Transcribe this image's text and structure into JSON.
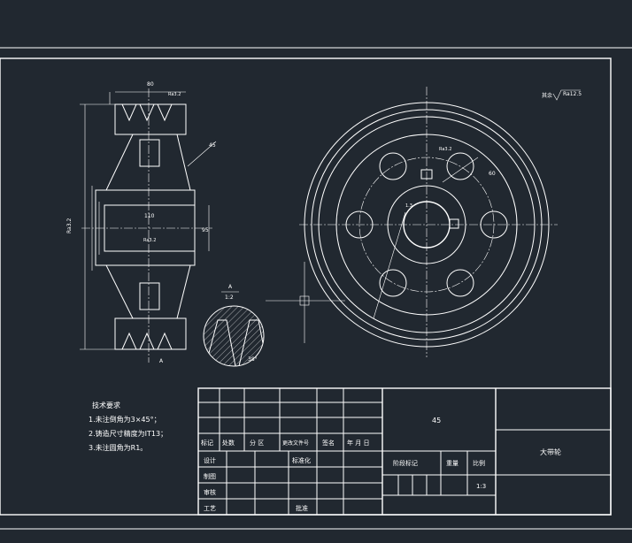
{
  "drawing": {
    "title": "大带轮",
    "material": "45",
    "scale_value": "1:3",
    "section_mark": "A",
    "detail_label": "A",
    "detail_scale": "1:2",
    "roughness_note_prefix": "其余",
    "roughness_note_value": "Ra12.5",
    "dims": {
      "top_width": "80",
      "hub_len": "110",
      "bore": "95",
      "keyway": "1.3",
      "angle": "45",
      "right_dia": "60",
      "detail_angle": "38°",
      "small_ra": "Ra3.2",
      "bottom_mark": "A",
      "lt_note": "Ra3.2"
    }
  },
  "technical_requirements": {
    "heading": "技术要求",
    "items": [
      "1.未注倒角为3×45°；",
      "2.铸造尺寸精度为IT13；",
      "3.未注圆角为R1。"
    ]
  },
  "title_block": {
    "headers": [
      "标记",
      "处数",
      "分 区",
      "更改文件号",
      "签名",
      "年 月 日"
    ],
    "rows": [
      "设计",
      "制图",
      "审核",
      "工艺"
    ],
    "standardize": "标准化",
    "approve": "批准",
    "stage_mark": "阶段标记",
    "weight": "重量",
    "scale": "比例"
  }
}
